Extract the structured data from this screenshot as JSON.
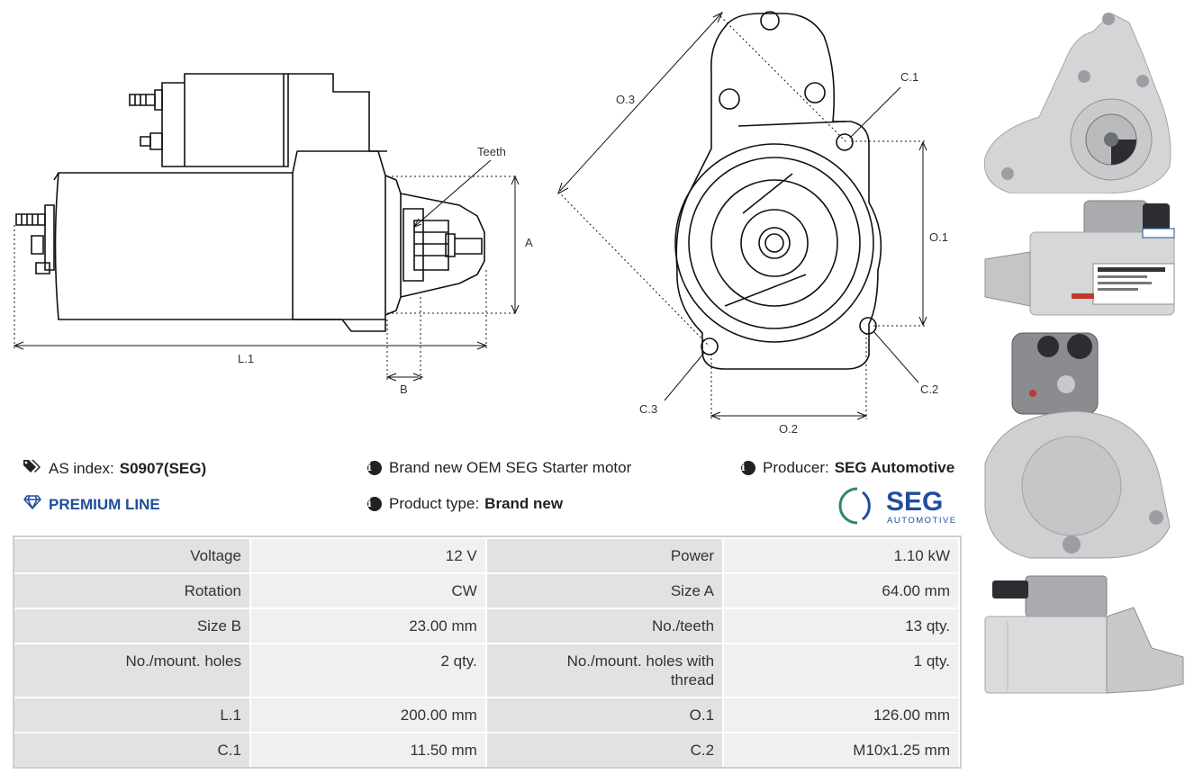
{
  "drawing": {
    "labels": {
      "teeth": "Teeth",
      "a": "A",
      "b": "B",
      "l1": "L.1",
      "o1": "O.1",
      "o2": "O.2",
      "o3": "O.3",
      "c1": "C.1",
      "c2": "C.2",
      "c3": "C.3"
    }
  },
  "info": {
    "as_index_label": "AS index:",
    "as_index_value": "S0907(SEG)",
    "premium_label": "PREMIUM LINE",
    "description": "Brand new OEM SEG Starter motor",
    "product_type_label": "Product type:",
    "product_type_value": "Brand new",
    "producer_label": "Producer:",
    "producer_value": "SEG Automotive"
  },
  "logo": {
    "brand": "SEG",
    "tagline": "AUTOMOTIVE",
    "color": "#1f4e9c",
    "accent": "#2a8a6a"
  },
  "specs": [
    [
      {
        "label": "Voltage",
        "value": "12 V"
      },
      {
        "label": "Power",
        "value": "1.10 kW"
      }
    ],
    [
      {
        "label": "Rotation",
        "value": "CW"
      },
      {
        "label": "Size A",
        "value": "64.00 mm"
      }
    ],
    [
      {
        "label": "Size B",
        "value": "23.00 mm"
      },
      {
        "label": "No./teeth",
        "value": "13 qty."
      }
    ],
    [
      {
        "label": "No./mount. holes",
        "value": "2 qty."
      },
      {
        "label": "No./mount. holes with thread",
        "value": "1 qty."
      }
    ],
    [
      {
        "label": "L.1",
        "value": "200.00 mm"
      },
      {
        "label": "O.1",
        "value": "126.00 mm"
      }
    ],
    [
      {
        "label": "C.1",
        "value": "11.50 mm"
      },
      {
        "label": "C.2",
        "value": "M10x1.25 mm"
      }
    ]
  ]
}
